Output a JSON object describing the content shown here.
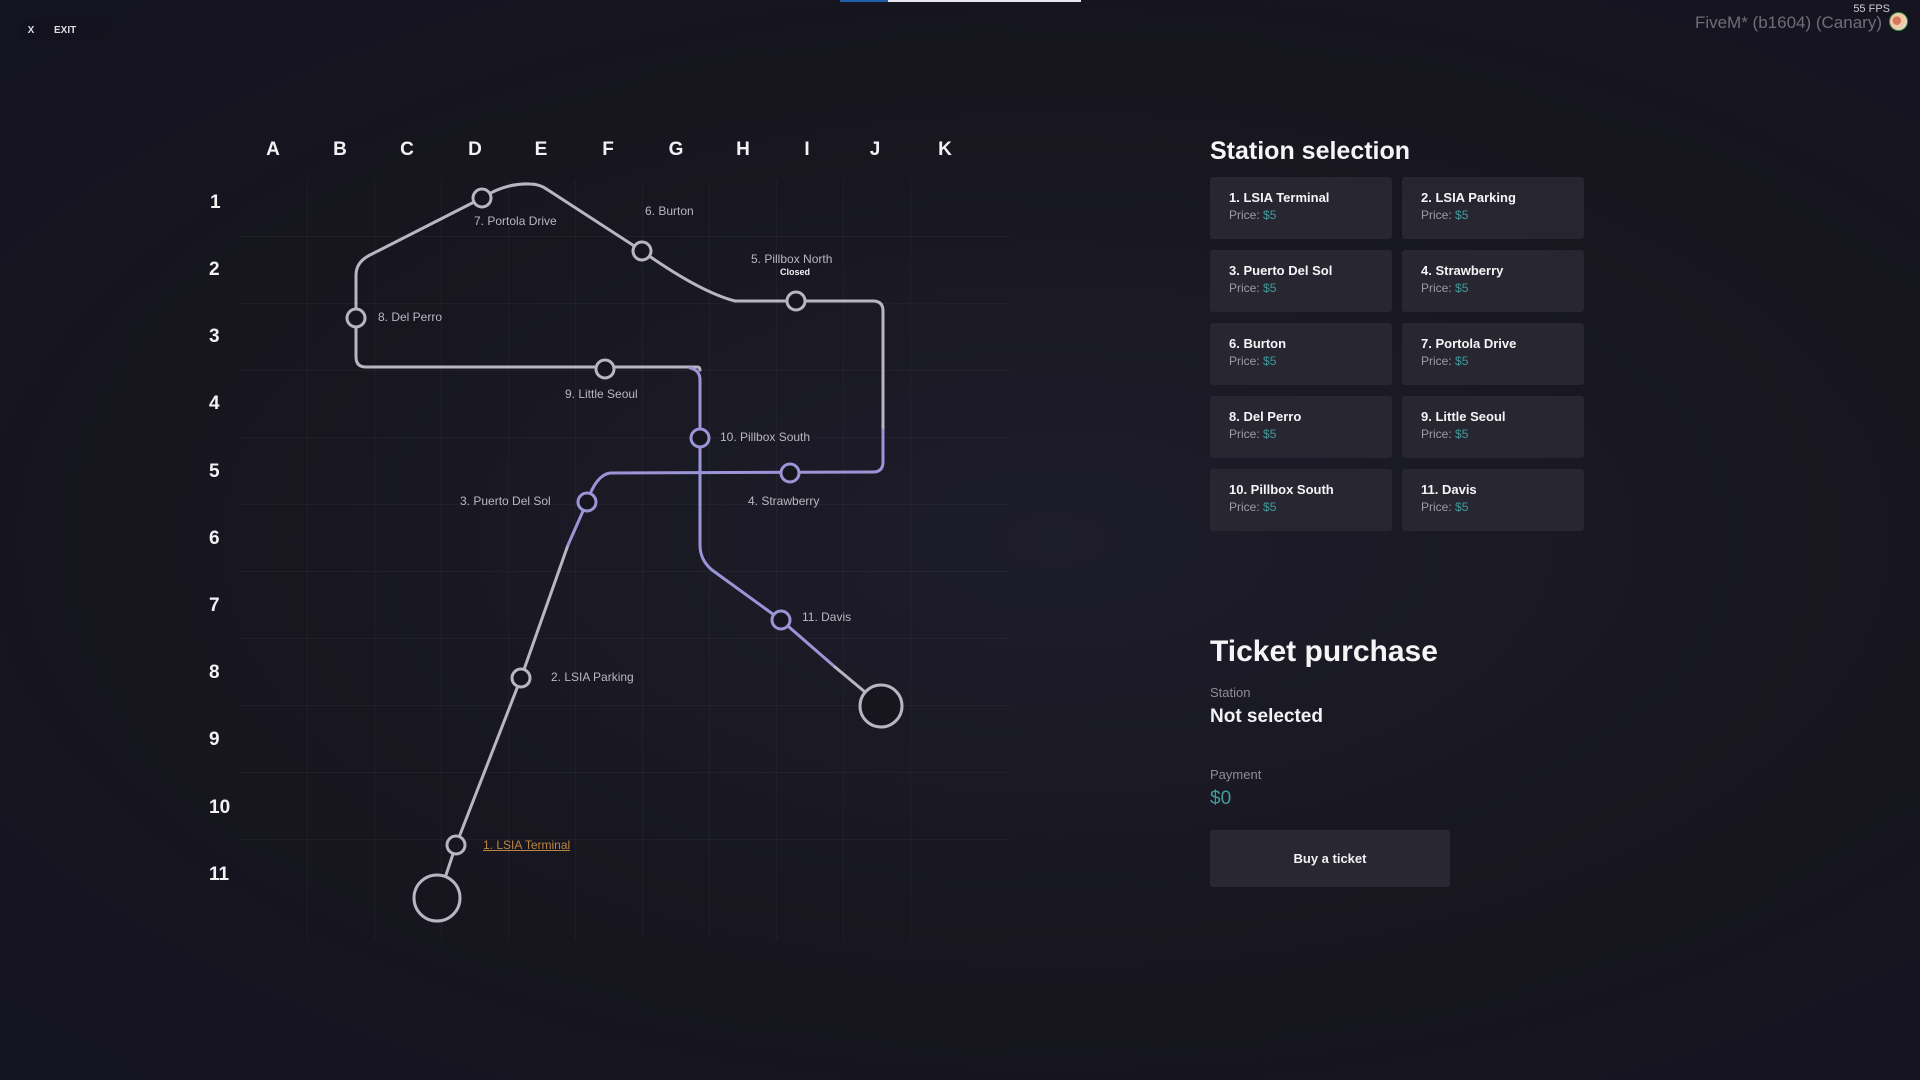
{
  "window": {
    "exit_x": "X",
    "exit_label": "EXIT",
    "client_title": "FiveM* (b1604) (Canary)",
    "fps": "55 FPS",
    "loading_bar_percent": 20
  },
  "map": {
    "columns": [
      "A",
      "B",
      "C",
      "D",
      "E",
      "F",
      "G",
      "H",
      "I",
      "J",
      "K"
    ],
    "rows": [
      "1",
      "2",
      "3",
      "4",
      "5",
      "6",
      "7",
      "8",
      "9",
      "10",
      "11"
    ],
    "line_colors": {
      "grey": "#b8b6c2",
      "purple": "#9b95d8",
      "selected_label": "#b98546"
    },
    "stations": [
      {
        "id": 1,
        "label": "1. LSIA Terminal",
        "selected": true
      },
      {
        "id": 2,
        "label": "2. LSIA Parking"
      },
      {
        "id": 3,
        "label": "3. Puerto Del Sol"
      },
      {
        "id": 4,
        "label": "4. Strawberry"
      },
      {
        "id": 5,
        "label": "5. Pillbox North",
        "status": "Closed"
      },
      {
        "id": 6,
        "label": "6. Burton"
      },
      {
        "id": 7,
        "label": "7. Portola Drive"
      },
      {
        "id": 8,
        "label": "8. Del Perro"
      },
      {
        "id": 9,
        "label": "9. Little Seoul"
      },
      {
        "id": 10,
        "label": "10. Pillbox South"
      },
      {
        "id": 11,
        "label": "11. Davis"
      }
    ]
  },
  "station_selection": {
    "title": "Station selection",
    "price_label": "Price:",
    "cards": [
      {
        "name": "1. LSIA Terminal",
        "price": "$5"
      },
      {
        "name": "2. LSIA Parking",
        "price": "$5"
      },
      {
        "name": "3. Puerto Del Sol",
        "price": "$5"
      },
      {
        "name": "4. Strawberry",
        "price": "$5"
      },
      {
        "name": "6. Burton",
        "price": "$5"
      },
      {
        "name": "7. Portola Drive",
        "price": "$5"
      },
      {
        "name": "8. Del Perro",
        "price": "$5"
      },
      {
        "name": "9. Little Seoul",
        "price": "$5"
      },
      {
        "name": "10. Pillbox South",
        "price": "$5"
      },
      {
        "name": "11. Davis",
        "price": "$5"
      }
    ]
  },
  "ticket_purchase": {
    "title": "Ticket purchase",
    "station_label": "Station",
    "station_value": "Not selected",
    "payment_label": "Payment",
    "payment_value": "$0",
    "buy_button": "Buy a ticket",
    "accent_color": "#3f9d9b"
  }
}
